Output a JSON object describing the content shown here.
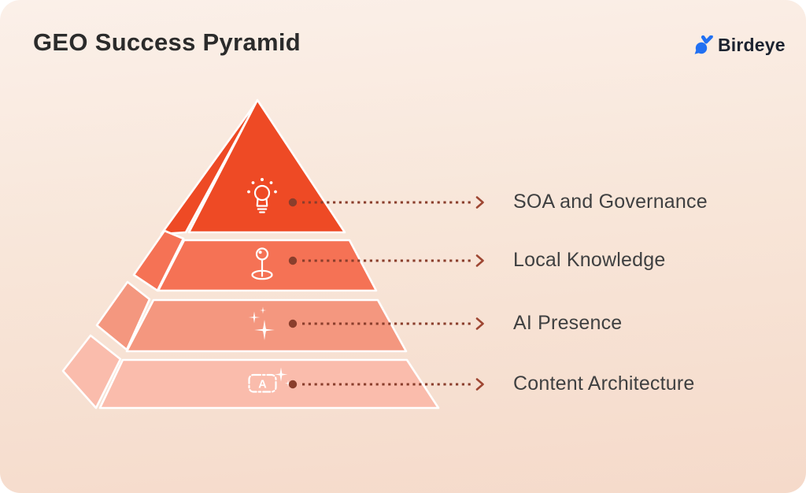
{
  "header": {
    "title": "GEO Success Pyramid"
  },
  "brand": {
    "name": "Birdeye",
    "logo_icon": "bird-icon",
    "logo_color": "#2170F2"
  },
  "pyramid": {
    "levels": [
      {
        "label": "SOA and Governance",
        "icon": "lightbulb-icon",
        "color": "#EE4A25"
      },
      {
        "label": "Local Knowledge",
        "icon": "location-pin-icon",
        "color": "#F57255"
      },
      {
        "label": "AI Presence",
        "icon": "sparkles-icon",
        "color": "#F4977F"
      },
      {
        "label": "Content Architecture",
        "icon": "ai-text-box-icon",
        "color": "#FABCAC",
        "icon_letter": "A"
      }
    ]
  },
  "colors": {
    "connector": "#8A3E2C",
    "arrowhead": "#9E4632",
    "label_text": "#3F4041",
    "title_text": "#2B2B2B",
    "background_top": "#FBF0E9",
    "background_bottom": "#F5DACA"
  }
}
